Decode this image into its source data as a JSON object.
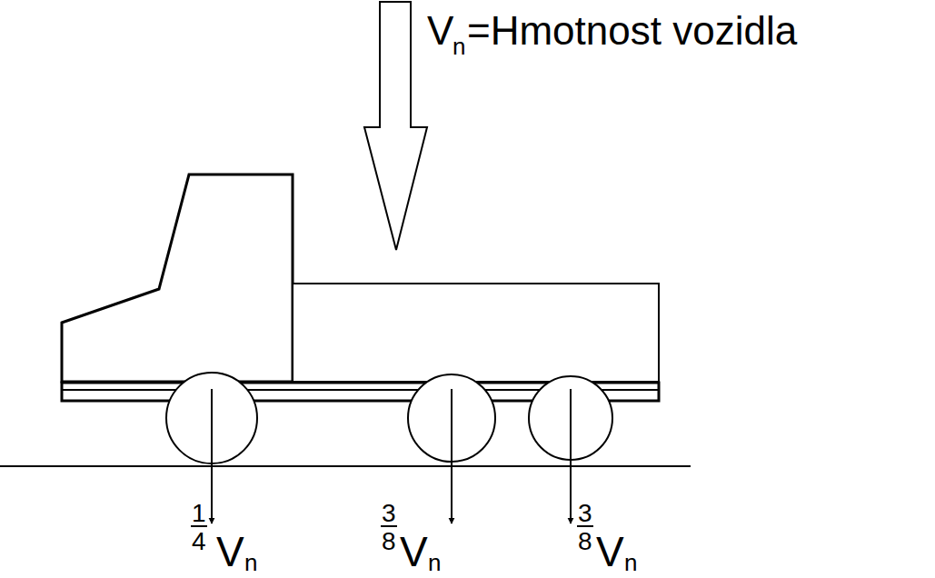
{
  "diagram": {
    "labels": [
      "V",
      "n",
      "=Hmotnost vozidla",
      "1",
      "4",
      "V",
      "n",
      "3",
      "8",
      "V",
      "n",
      "3",
      "8",
      "V",
      "n"
    ]
  }
}
